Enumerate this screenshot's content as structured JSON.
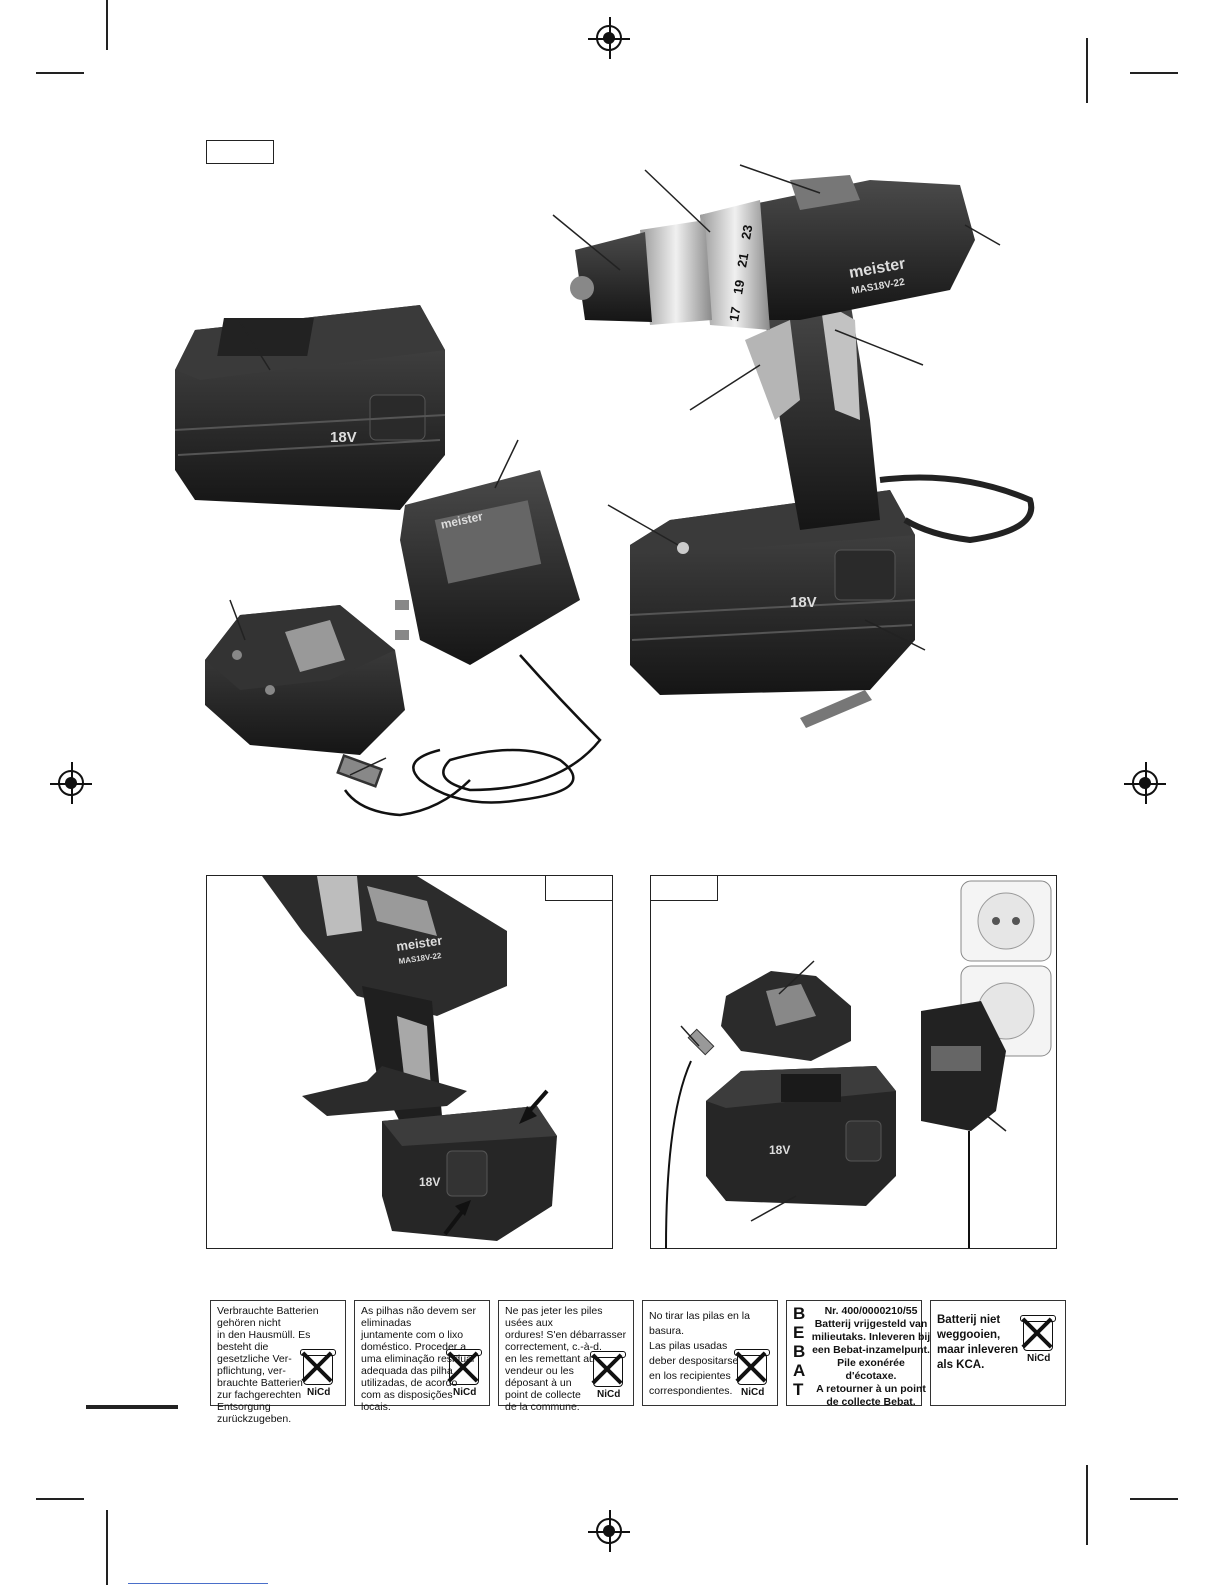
{
  "drill_brand": "meister",
  "drill_model": "MAS18V-22",
  "clutch_numbers": [
    "17",
    "19",
    "21",
    "23"
  ],
  "battery_voltage": "18V",
  "disposal_labels": [
    {
      "lang": "de",
      "text": "Verbrauchte Batterien gehören nicht\nin den Hausmüll. Es besteht die\ngesetzliche Ver-\npflichtung, ver-\nbrauchte Batterien\nzur fachgerechten\nEntsorgung\nzurückzugeben."
    },
    {
      "lang": "pt",
      "text": "As pilhas não devem ser eliminadas\njuntamente com o lixo\ndoméstico. Proceder a\numa eliminação residual\nadequada das pilha\nutilizadas, de acordo\ncom as disposições locais."
    },
    {
      "lang": "fr",
      "text": "Ne pas jeter les piles usées aux\nordures! S'en débarrasser\ncorrectement, c.-à-d.\nen les remettant au\nvendeur ou les\ndéposant à un\npoint de collecte\nde la commune."
    },
    {
      "lang": "es",
      "text": "No tirar las pilas en la basura.\nLas pilas usadas\ndeber despositarse\nen los recipientes\ncorrespondientes."
    },
    {
      "lang": "nl",
      "text": "Batterij niet\nweggooien,\nmaar inleveren\nals KCA."
    }
  ],
  "bin_caption": "NiCd",
  "bebat": {
    "letters": [
      "B",
      "E",
      "B",
      "A",
      "T"
    ],
    "text": "Nr. 400/0000210/55\nBatterij vrijgesteld van\nmilieutaks. Inleveren bij\neen Bebat-inzamelpunt.\nPile exonérée d'écotaxe.\nA retourner à un point\nde collecte Bebat."
  }
}
